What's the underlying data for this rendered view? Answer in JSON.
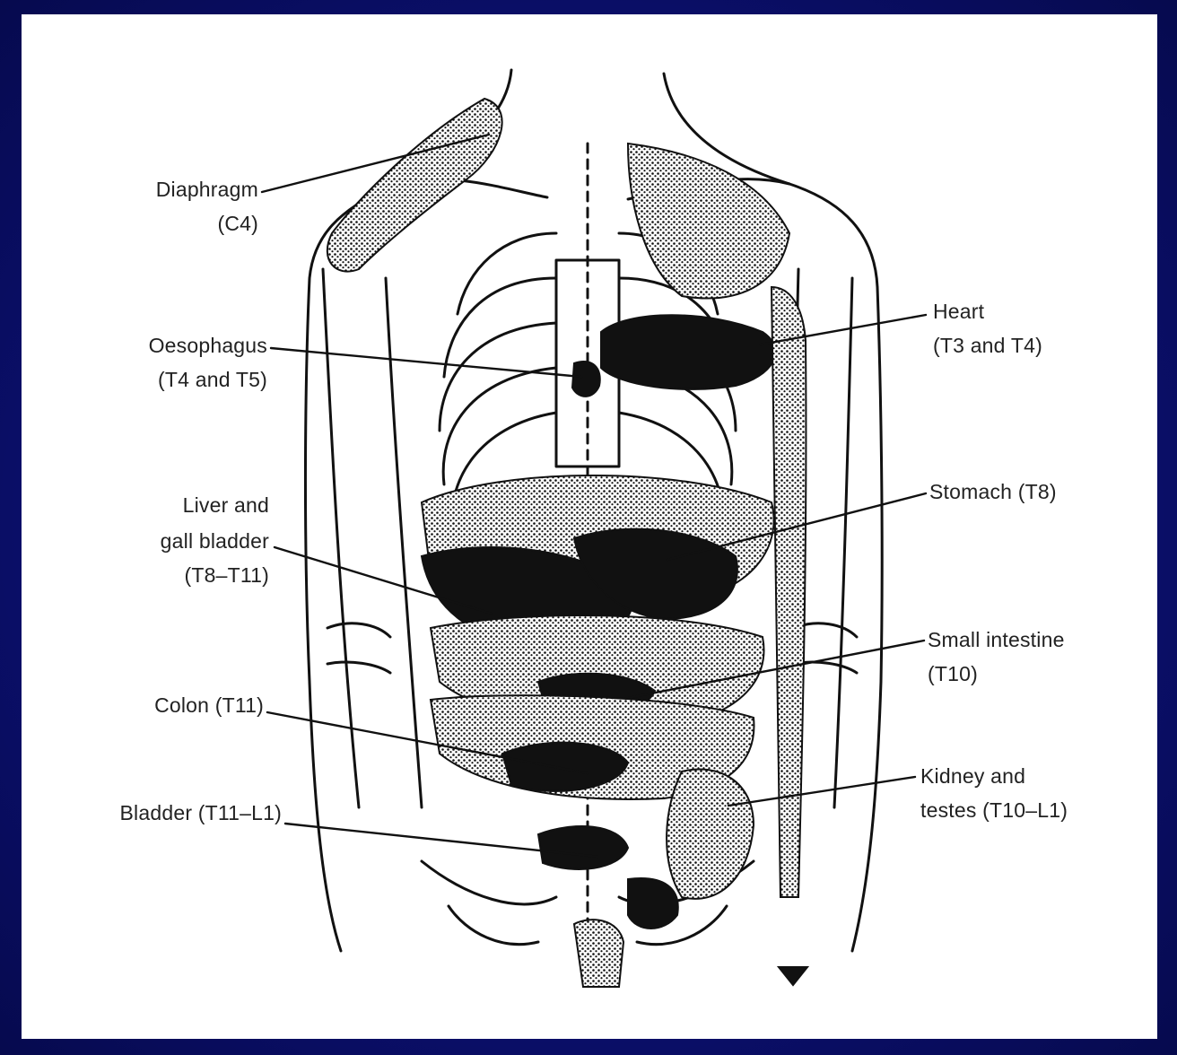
{
  "labels_left": {
    "diaphragm_name": "Diaphragm",
    "diaphragm_seg": "(C4)",
    "oesophagus_name": "Oesophagus",
    "oesophagus_seg": "(T4 and T5)",
    "liver_line1": "Liver and",
    "liver_line2": "gall bladder",
    "liver_seg": "(T8–T11)",
    "colon": "Colon (T11)",
    "bladder": "Bladder (T11–L1)"
  },
  "labels_right": {
    "heart_name": "Heart",
    "heart_seg": "(T3 and T4)",
    "stomach": "Stomach (T8)",
    "small_intestine_name": "Small intestine",
    "small_intestine_seg": "(T10)",
    "kidney_line1": "Kidney and",
    "kidney_line2": "testes (T10–L1)"
  },
  "colors": {
    "frame": "#0b0f6e",
    "panel": "#ffffff",
    "ink": "#111111"
  }
}
